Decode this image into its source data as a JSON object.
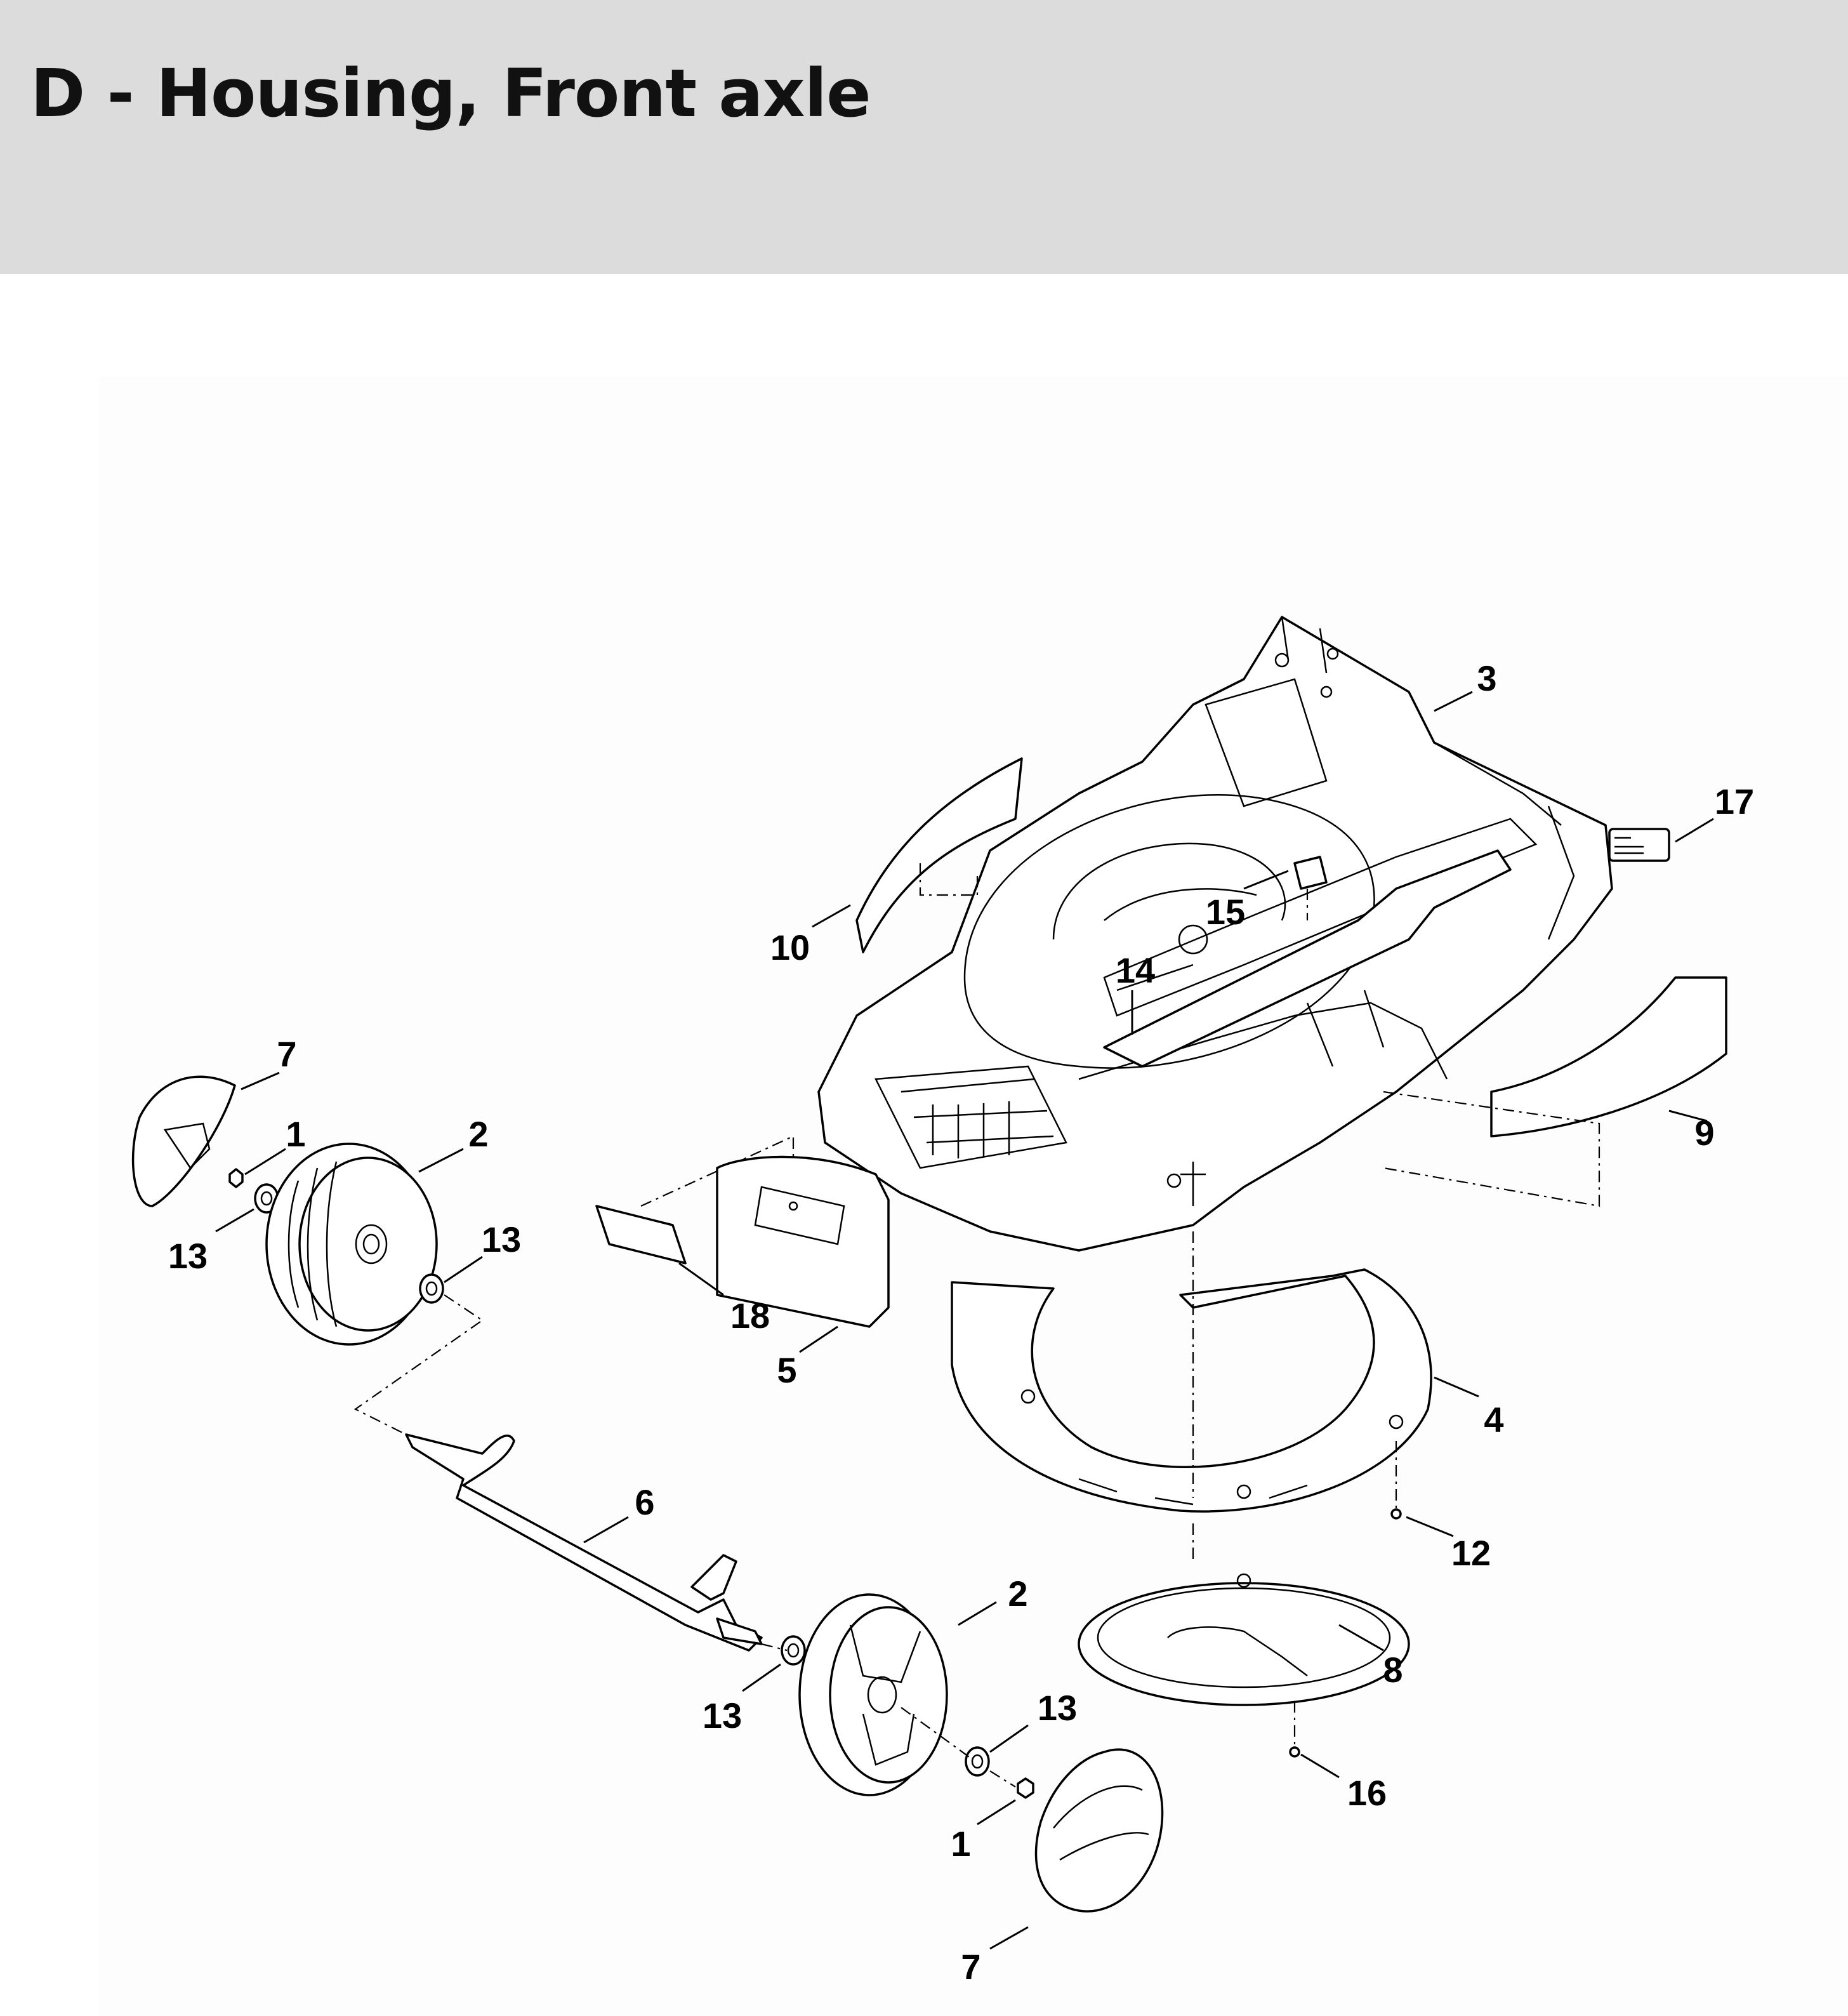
{
  "header": {
    "title": "D - Housing, Front axle"
  },
  "callouts": [
    {
      "id": "c3",
      "label": "3"
    },
    {
      "id": "c17",
      "label": "17"
    },
    {
      "id": "c15",
      "label": "15"
    },
    {
      "id": "c10",
      "label": "10"
    },
    {
      "id": "c14",
      "label": "14"
    },
    {
      "id": "c9",
      "label": "9"
    },
    {
      "id": "c7a",
      "label": "7"
    },
    {
      "id": "c1a",
      "label": "1"
    },
    {
      "id": "c2a",
      "label": "2"
    },
    {
      "id": "c13a",
      "label": "13"
    },
    {
      "id": "c13b",
      "label": "13"
    },
    {
      "id": "c18",
      "label": "18"
    },
    {
      "id": "c5",
      "label": "5"
    },
    {
      "id": "c4",
      "label": "4"
    },
    {
      "id": "c6",
      "label": "6"
    },
    {
      "id": "c12",
      "label": "12"
    },
    {
      "id": "c2b",
      "label": "2"
    },
    {
      "id": "c8",
      "label": "8"
    },
    {
      "id": "c13c",
      "label": "13"
    },
    {
      "id": "c13d",
      "label": "13"
    },
    {
      "id": "c16",
      "label": "16"
    },
    {
      "id": "c1b",
      "label": "1"
    },
    {
      "id": "c7b",
      "label": "7"
    }
  ]
}
